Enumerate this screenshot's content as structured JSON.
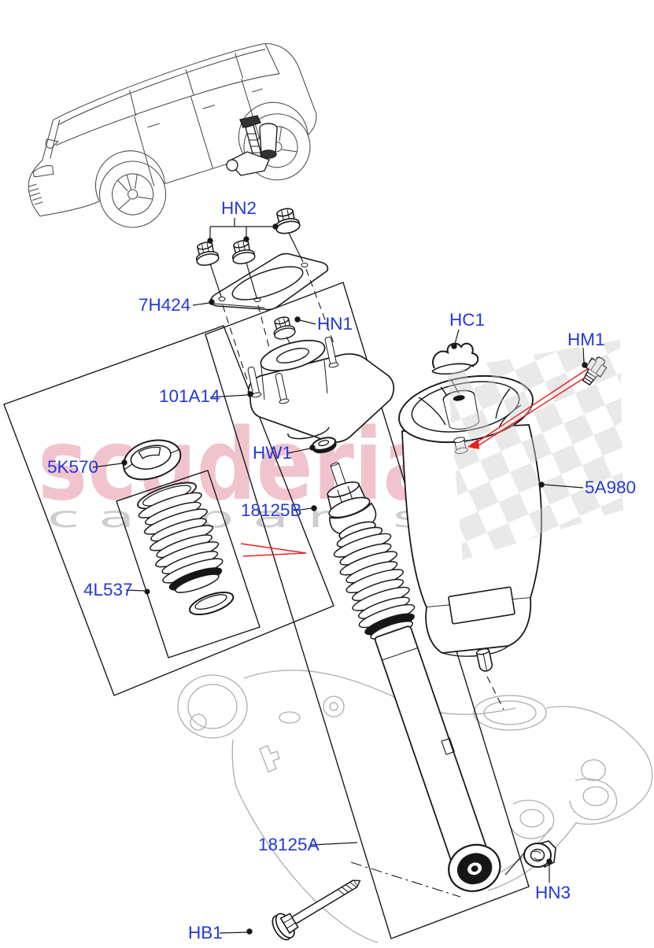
{
  "document": {
    "type": "parts-diagram",
    "subject": "Rear suspension air spring and shock absorber exploded view with vehicle locator thumbnail"
  },
  "watermark": {
    "brand": "scuderia",
    "subtext": "c a r p a r t s",
    "brand_color": "#dd6d84",
    "subtext_color": "#c9c9c9"
  },
  "colors": {
    "label_blue": "#2438db",
    "line_black": "#1a1a1a",
    "arm_gray": "#adadad",
    "arrow_red": "#ee1c1c",
    "checker_gray": "#cfcfcf",
    "background": "#ffffff"
  },
  "labels": [
    {
      "code": "HN2"
    },
    {
      "code": "7H424"
    },
    {
      "code": "HN1"
    },
    {
      "code": "101A14"
    },
    {
      "code": "HC1"
    },
    {
      "code": "HM1"
    },
    {
      "code": "5K570"
    },
    {
      "code": "HW1"
    },
    {
      "code": "18125B"
    },
    {
      "code": "5A980"
    },
    {
      "code": "4L537"
    },
    {
      "code": "18125A"
    },
    {
      "code": "HN3"
    },
    {
      "code": "HB1"
    }
  ]
}
